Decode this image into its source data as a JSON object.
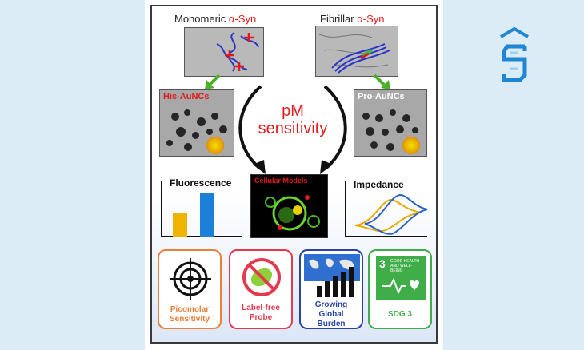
{
  "header": {
    "monomeric_prefix": "Monomeric ",
    "monomeric_red": "α-Syn",
    "fibrillar_prefix": "Fibrillar ",
    "fibrillar_red": "α-Syn"
  },
  "tem": {
    "left_label": "His-AuNCs",
    "right_label": "Pro-AuNCs"
  },
  "center": {
    "line1": "pM",
    "line2": "sensitivity"
  },
  "graphs": {
    "fluorescence": "Fluorescence",
    "cellular": "Cellular Models",
    "impedance": "Impedance"
  },
  "bottom": [
    {
      "line1": "Picomolar",
      "line2": "Sensitivity",
      "color": "#e8803a"
    },
    {
      "line1": "Label-free",
      "line2": "Probe",
      "color": "#e33a4f"
    },
    {
      "line1": "Growing",
      "line2": "Global",
      "line3": "Burden",
      "color": "#2b43a6"
    },
    {
      "line1": "SDG 3",
      "color": "#3fae49"
    }
  ],
  "sdg": {
    "number": "3",
    "caption": "GOOD HEALTH AND WELL-BEING"
  },
  "colors": {
    "red": "#e01b1b",
    "green_arrow": "#4caf2a",
    "bar_yellow": "#f0b400",
    "bar_blue": "#1c7fd8",
    "logo_blue": "#1f86d6"
  },
  "icons": {
    "target": "target-icon",
    "no_label": "prohibited-sign-icon",
    "burden": "world-map-bars-icon",
    "sdg": "heartbeat-icon",
    "logo": "s-logo-icon"
  }
}
